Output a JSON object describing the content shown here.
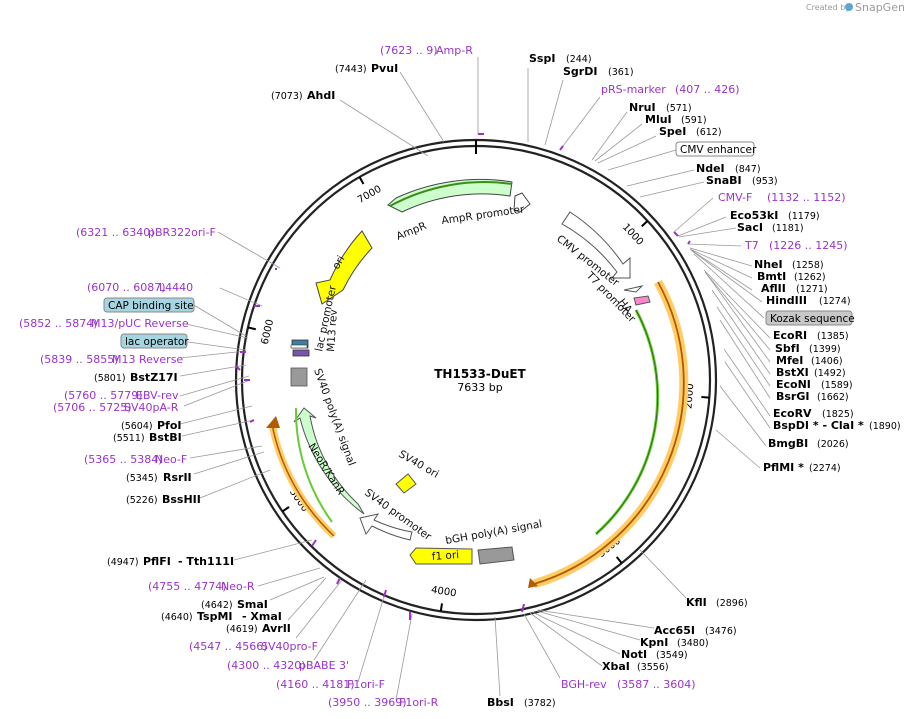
{
  "credit": {
    "created_by": "Created by",
    "brand": "SnapGene"
  },
  "plasmid": {
    "name": "TH1533-DuET",
    "length_label": "7633 bp",
    "length": 7633
  },
  "colors": {
    "primer": "#9933cc",
    "amp": "#ccffcc",
    "amp_promoter": "#ffffff",
    "ori": "#ffff00",
    "neo": "#ccffcc",
    "orf": "#ffcc66",
    "orf_inner": "#66cc33",
    "grey": "#999999",
    "blue_box": "#a6d4e0",
    "grey_box": "#c8c8c8"
  },
  "ticks": [
    "1000",
    "2000",
    "3000",
    "4000",
    "5000",
    "6000",
    "7000"
  ],
  "features": {
    "ampr": "AmpR",
    "ampr_promoter": "AmpR promoter",
    "ori": "ori",
    "cmv_promoter": "CMV promoter",
    "t7_promoter": "T7 promoter",
    "ha": "HA",
    "lac_promoter": "lac promoter",
    "m13_rev": "M13 rev",
    "sv40_polya": "SV40 poly(A) signal",
    "neor": "NeoR/KanR",
    "sv40_ori": "SV40 ori",
    "sv40_promoter": "SV40 promoter",
    "bgh_polya": "bGH poly(A) signal",
    "f1_ori": "f1 ori"
  },
  "labels": {
    "ampr_primer": {
      "pos": "(7623 .. 9)",
      "name": "Amp-R"
    },
    "ssp": {
      "name": "SspI",
      "pos": "(244)"
    },
    "sgrdi": {
      "name": "SgrDI",
      "pos": "(361)"
    },
    "prs": {
      "name": "pRS-marker",
      "pos": "(407 .. 426)"
    },
    "nrui": {
      "name": "NruI",
      "pos": "(571)"
    },
    "mlui": {
      "name": "MluI",
      "pos": "(591)"
    },
    "spei": {
      "name": "SpeI",
      "pos": "(612)"
    },
    "cmv_enh": {
      "name": "CMV enhancer"
    },
    "ndei": {
      "name": "NdeI",
      "pos": "(847)"
    },
    "snabi": {
      "name": "SnaBI",
      "pos": "(953)"
    },
    "cmvf": {
      "name": "CMV-F",
      "pos": "(1132 .. 1152)"
    },
    "eco53": {
      "name": "Eco53kI",
      "pos": "(1179)"
    },
    "saci": {
      "name": "SacI",
      "pos": "(1181)"
    },
    "t7": {
      "name": "T7",
      "pos": "(1226 .. 1245)"
    },
    "nhei": {
      "name": "NheI",
      "pos": "(1258)"
    },
    "bmti": {
      "name": "BmtI",
      "pos": "(1262)"
    },
    "aflii": {
      "name": "AflII",
      "pos": "(1271)"
    },
    "hindiii": {
      "name": "HindIII",
      "pos": "(1274)"
    },
    "kozak": {
      "name": "Kozak sequence"
    },
    "ecori": {
      "name": "EcoRI",
      "pos": "(1385)"
    },
    "sbfi": {
      "name": "SbfI",
      "pos": "(1399)"
    },
    "mfei": {
      "name": "MfeI",
      "pos": "(1406)"
    },
    "bstxi": {
      "name": "BstXI",
      "pos": "(1492)"
    },
    "econi": {
      "name": "EcoNI",
      "pos": "(1589)"
    },
    "bsrgi": {
      "name": "BsrGI",
      "pos": "(1662)"
    },
    "ecorv": {
      "name": "EcoRV",
      "pos": "(1825)"
    },
    "bspdi": {
      "name": "BspDI *  - ClaI *",
      "pos": "(1890)"
    },
    "bmgbi": {
      "name": "BmgBI",
      "pos": "(2026)"
    },
    "pflmi": {
      "name": "PflMI *",
      "pos": "(2274)"
    },
    "kfli": {
      "name": "KflI",
      "pos": "(2896)"
    },
    "acc65i": {
      "name": "Acc65I",
      "pos": "(3476)"
    },
    "kpni": {
      "name": "KpnI",
      "pos": "(3480)"
    },
    "noti": {
      "name": "NotI",
      "pos": "(3549)"
    },
    "xbai": {
      "name": "XbaI",
      "pos": "(3556)"
    },
    "bghrev": {
      "name": "BGH-rev",
      "pos": "(3587 .. 3604)"
    },
    "bbsi": {
      "name": "BbsI",
      "pos": "(3782)"
    },
    "f1orir": {
      "pos": "(3950 .. 3969)",
      "name": "F1ori-R"
    },
    "f1orif": {
      "pos": "(4160 .. 4181)",
      "name": "F1ori-F"
    },
    "pbabe": {
      "pos": "(4300 .. 4320)",
      "name": "pBABE 3'"
    },
    "sv40pro": {
      "pos": "(4547 .. 4566)",
      "name": "SV40pro-F"
    },
    "avrii": {
      "pos": "(4619)",
      "name": "AvrII"
    },
    "tspmi": {
      "pos": "(4640)",
      "name": "TspMI",
      "name2": "- XmaI"
    },
    "smai": {
      "pos": "(4642)",
      "name": "SmaI"
    },
    "neor_primer": {
      "pos": "(4755 .. 4774)",
      "name": "Neo-R"
    },
    "pflfi": {
      "pos": "(4947)",
      "name": "PflFI",
      "name2": "- Tth111I"
    },
    "bsshii": {
      "pos": "(5226)",
      "name": "BssHII"
    },
    "rsrii": {
      "pos": "(5345)",
      "name": "RsrII"
    },
    "neof": {
      "pos": "(5365 .. 5384)",
      "name": "Neo-F"
    },
    "bstbi": {
      "pos": "(5511)",
      "name": "BstBI"
    },
    "pfoi": {
      "pos": "(5604)",
      "name": "PfoI"
    },
    "sv40pa": {
      "pos": "(5706 .. 5725)",
      "name": "SV40pA-R"
    },
    "ebvrev": {
      "pos": "(5760 .. 5779)",
      "name": "EBV-rev"
    },
    "bstz": {
      "pos": "(5801)",
      "name": "BstZ17I"
    },
    "m13rev_primer": {
      "pos": "(5839 .. 5855)",
      "name": "M13 Reverse"
    },
    "lac_operator": {
      "name": "lac operator"
    },
    "m13puc": {
      "pos": "(5852 .. 5874)",
      "name": "M13/pUC Reverse"
    },
    "cap": {
      "name": "CAP binding site"
    },
    "l4440": {
      "pos": "(6070 .. 6087)",
      "name": "L4440"
    },
    "pbr322": {
      "pos": "(6321 .. 6340)",
      "name": "pBR322ori-F"
    },
    "ahdi": {
      "pos": "(7073)",
      "name": "AhdI"
    },
    "pvui": {
      "pos": "(7443)",
      "name": "PvuI"
    }
  }
}
